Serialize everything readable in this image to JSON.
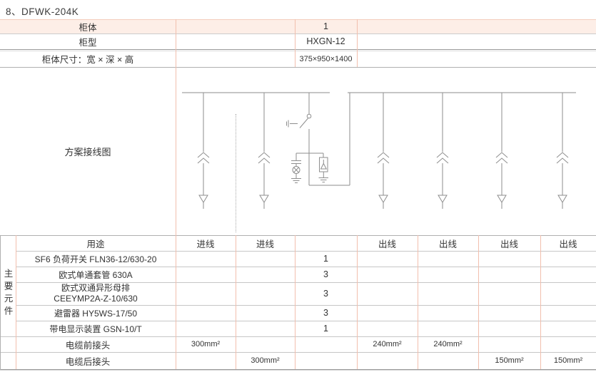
{
  "page": {
    "title": "8、DFWK-204K"
  },
  "colors": {
    "row_highlight": "#fdeee7",
    "accent_line_pink": "#f2bfae",
    "grid_line_gray": "#b0b0b0",
    "diagram_line": "#8e8e8e",
    "text": "#333333"
  },
  "spec": {
    "rows": [
      {
        "label": "柜体",
        "value": "1"
      },
      {
        "label": "柜型",
        "value": "HXGN-12"
      },
      {
        "label": "柜体尺寸：宽 × 深 × 高",
        "value": "375×950×1400"
      }
    ]
  },
  "diagram": {
    "label": "方案接线图"
  },
  "comp": {
    "side_label": "主要元件",
    "header": {
      "usage": "用途",
      "in1": "进线",
      "in2": "进线",
      "out1": "出线",
      "out2": "出线",
      "out3": "出线",
      "out4": "出线"
    },
    "rows": [
      {
        "name": "SF6 负荷开关 FLN36-12/630-20",
        "qty": "1"
      },
      {
        "name": "欧式单通套管  630A",
        "qty": "3"
      },
      {
        "name": "欧式双通异形母排",
        "name_line2": "CEEYMP2A-Z-10/630",
        "qty": "3"
      },
      {
        "name": "避雷器  HY5WS-17/50",
        "qty": "3"
      },
      {
        "name": "带电显示装置   GSN-10/T",
        "qty": "1"
      }
    ],
    "cable_front": {
      "name": "电缆前接头",
      "in1": "300mm²",
      "out1": "240mm²",
      "out2": "240mm²"
    },
    "cable_rear": {
      "name": "电缆后接头",
      "in2": "300mm²",
      "out3": "150mm²",
      "out4": "150mm²"
    }
  }
}
